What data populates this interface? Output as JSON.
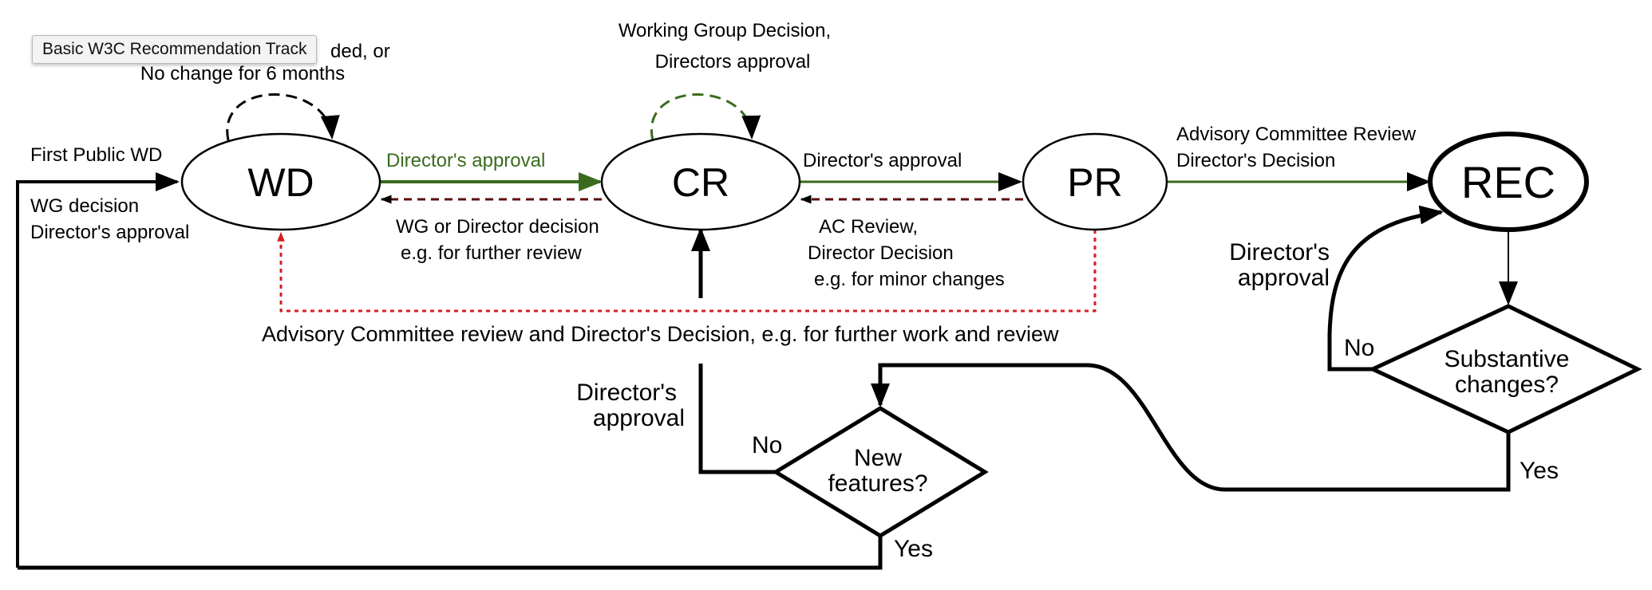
{
  "tooltip": "Basic W3C Recommendation Track",
  "colors": {
    "green": "#3a6b1e",
    "dark_red": "#5a0d0d",
    "red": "#d42020",
    "black": "#000000"
  },
  "nodes": {
    "wd": "WD",
    "cr": "CR",
    "pr": "PR",
    "rec": "REC"
  },
  "decisions": {
    "new_features": [
      "New",
      "features?"
    ],
    "substantive": [
      "Substantive",
      "changes?"
    ]
  },
  "labels": {
    "wd_loop": [
      "ded, or",
      "No change for 6 months"
    ],
    "cr_loop": [
      "Working Group Decision,",
      "Directors approval"
    ],
    "first_public": "First Public WD",
    "wg_decision": [
      "WG decision",
      "Director's approval"
    ],
    "wd_cr_approval": "Director's approval",
    "cr_pr_approval": "Director's approval",
    "cr_wd_back": [
      "WG or Director decision",
      "e.g. for further review"
    ],
    "pr_cr_back": [
      "AC Review,",
      "Director Decision",
      "e.g. for minor changes"
    ],
    "pr_rec": [
      "Advisory Committee Review",
      "Director's Decision"
    ],
    "ac_review": "Advisory Committee review and Director's Decision, e.g. for further work and review",
    "cr_directors_approval": [
      "Director's",
      "approval"
    ],
    "rec_directors_approval": [
      "Director's",
      "approval"
    ],
    "no_new_features": "No",
    "yes_new_features": "Yes",
    "no_substantive": "No",
    "yes_substantive": "Yes"
  }
}
